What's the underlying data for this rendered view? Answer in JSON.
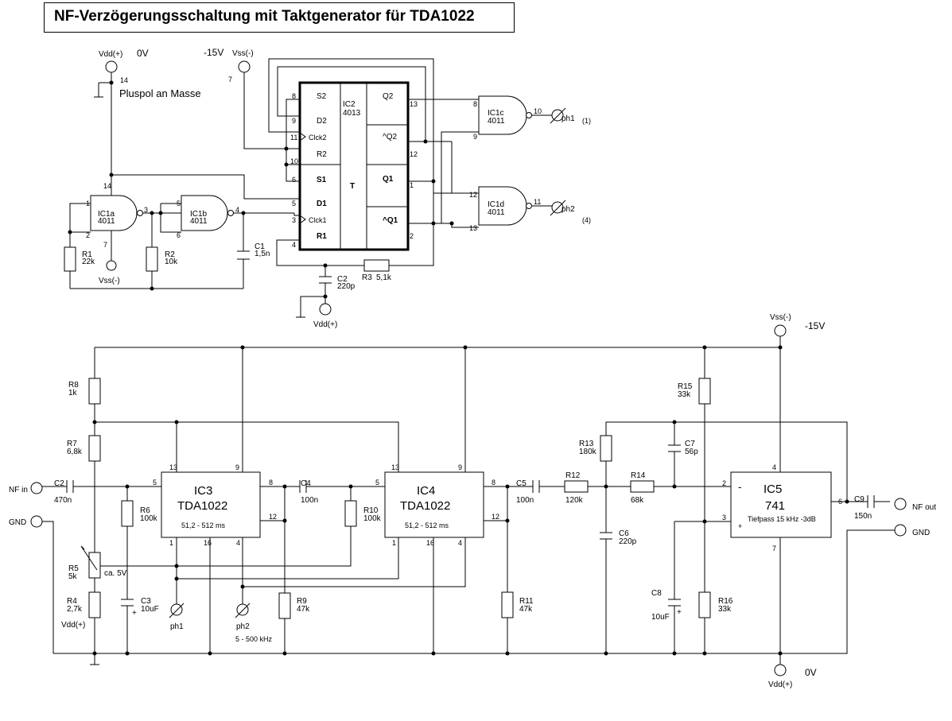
{
  "title": "NF-Verzögerungsschaltung mit  Taktgenerator für TDA1022",
  "clock": {
    "vdd_top": "Vdd(+)",
    "v0": "0V",
    "pin14": "14",
    "pluspol": "Pluspol an Masse",
    "v15": "-15V",
    "vss_top": "Vss(-)",
    "pin7": "7",
    "ic1a": {
      "name": "IC1a",
      "type": "4011",
      "p1": "1",
      "p2": "2",
      "p3": "3",
      "p14": "14",
      "p7": "7"
    },
    "ic1b": {
      "name": "IC1b",
      "type": "4011",
      "p5": "5",
      "p6": "6",
      "p4": "4"
    },
    "r1": {
      "name": "R1",
      "value": "22k"
    },
    "r2": {
      "name": "R2",
      "value": "10k"
    },
    "c1": {
      "name": "C1",
      "value": "1,5n"
    },
    "vss_ic1a": "Vss(-)",
    "ic2": {
      "name": "IC2",
      "type": "4013",
      "s2": "S2",
      "d2": "D2",
      "clck2": "Clck2",
      "r2": "R2",
      "s1": "S1",
      "d1": "D1",
      "clck1": "Clck1",
      "r1": "R1",
      "t": "T",
      "q2": "Q2",
      "nq2": "^Q2",
      "q1": "Q1",
      "nq1": "^Q1",
      "p8": "8",
      "p9": "9",
      "p11": "11",
      "p10": "10",
      "p6": "6",
      "p5": "5",
      "p3": "3",
      "p4": "4",
      "p13": "13",
      "p12": "12",
      "p1": "1",
      "p2": "2"
    },
    "c2": {
      "name": "C2",
      "value": "220p"
    },
    "r3": {
      "name": "R3",
      "value": "5,1k"
    },
    "vdd_bottom": "Vdd(+)",
    "ic1c": {
      "name": "IC1c",
      "type": "4011",
      "p8": "8",
      "p9": "9",
      "p10": "10",
      "out": "ph1",
      "note": "(1)"
    },
    "ic1d": {
      "name": "IC1d",
      "type": "4011",
      "p12": "12",
      "p13": "13",
      "p11": "11",
      "out": "ph2",
      "note": "(4)"
    }
  },
  "audio": {
    "vss": "Vss(-)",
    "v15": "-15V",
    "vdd": "Vdd(+)",
    "v0": "0V",
    "nf_in": "NF in",
    "gnd_in": "GND",
    "nf_out": "NF out",
    "gnd_out": "GND",
    "r8": {
      "name": "R8",
      "value": "1k"
    },
    "r7": {
      "name": "R7",
      "value": "6,8k"
    },
    "r5": {
      "name": "R5",
      "value": "5k",
      "note": "ca. 5V"
    },
    "r4": {
      "name": "R4",
      "value": "2,7k"
    },
    "vdd_r4": "Vdd(+)",
    "c2": {
      "name": "C2",
      "value": "470n"
    },
    "r6": {
      "name": "R6",
      "value": "100k"
    },
    "c3": {
      "name": "C3",
      "value": "10uF"
    },
    "ic3": {
      "name": "IC3",
      "type": "TDA1022",
      "range": "51,2 - 512 ms",
      "p13": "13",
      "p9": "9",
      "p5": "5",
      "p8": "8",
      "p12": "12",
      "p1": "1",
      "p16": "16",
      "p4": "4"
    },
    "ph1": "ph1",
    "ph2": "ph2",
    "freq": "5 - 500 kHz",
    "c4": {
      "name": "C4",
      "value": "100n"
    },
    "r9": {
      "name": "R9",
      "value": "47k"
    },
    "r10": {
      "name": "R10",
      "value": "100k"
    },
    "ic4": {
      "name": "IC4",
      "type": "TDA1022",
      "range": "51,2 - 512 ms",
      "p13": "13",
      "p9": "9",
      "p5": "5",
      "p8": "8",
      "p12": "12",
      "p1": "1",
      "p16": "16",
      "p4": "4"
    },
    "r11": {
      "name": "R11",
      "value": "47k"
    },
    "c5": {
      "name": "C5",
      "value": "100n"
    },
    "r12": {
      "name": "R12",
      "value": "120k"
    },
    "r13": {
      "name": "R13",
      "value": "180k"
    },
    "c6": {
      "name": "C6",
      "value": "220p"
    },
    "r14": {
      "name": "R14",
      "value": "68k"
    },
    "c7": {
      "name": "C7",
      "value": "56p"
    },
    "r15": {
      "name": "R15",
      "value": "33k"
    },
    "r16": {
      "name": "R16",
      "value": "33k"
    },
    "c8": {
      "name": "C8",
      "value": "10uF"
    },
    "ic5": {
      "name": "IC5",
      "type": "741",
      "desc": "Tiefpass 15 kHz -3dB",
      "minus": "-",
      "plus": "+",
      "p2": "2",
      "p3": "3",
      "p4": "4",
      "p6": "6",
      "p7": "7"
    },
    "c9": {
      "name": "C9",
      "value": "150n"
    }
  }
}
